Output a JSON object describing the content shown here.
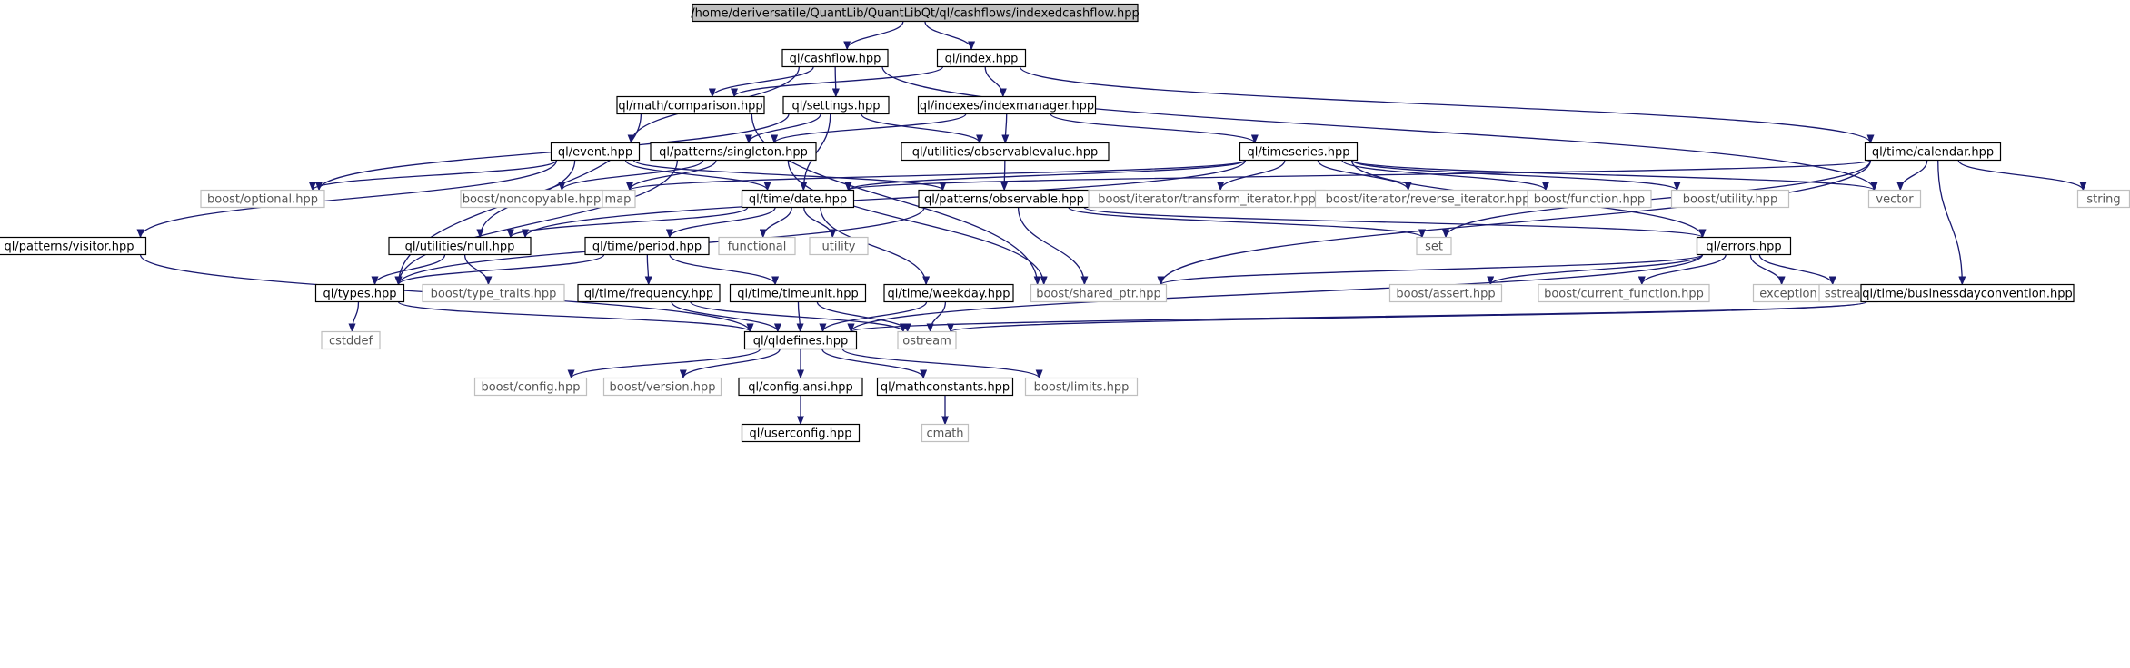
{
  "graph": {
    "colors": {
      "edge": "#191970",
      "arrow": "#191970",
      "project_border": "#000000",
      "external_border": "#bfbfbf",
      "project_text": "#000000",
      "external_text": "#555555",
      "root_fill": "#bfbfbf"
    },
    "nodes": [
      {
        "id": "root",
        "label": "/home/deriversatile/QuantLib/QuantLibQt/ql/cashflows/indexedcashflow.hpp",
        "kind": "root"
      },
      {
        "id": "cashflow",
        "label": "ql/cashflow.hpp",
        "kind": "project"
      },
      {
        "id": "index",
        "label": "ql/index.hpp",
        "kind": "project"
      },
      {
        "id": "comparison",
        "label": "ql/math/comparison.hpp",
        "kind": "project"
      },
      {
        "id": "settings",
        "label": "ql/settings.hpp",
        "kind": "project"
      },
      {
        "id": "indexmanager",
        "label": "ql/indexes/indexmanager.hpp",
        "kind": "project"
      },
      {
        "id": "event",
        "label": "ql/event.hpp",
        "kind": "project"
      },
      {
        "id": "singleton",
        "label": "ql/patterns/singleton.hpp",
        "kind": "project"
      },
      {
        "id": "observablevalue",
        "label": "ql/utilities/observablevalue.hpp",
        "kind": "project"
      },
      {
        "id": "timeseries",
        "label": "ql/timeseries.hpp",
        "kind": "project"
      },
      {
        "id": "calendar",
        "label": "ql/time/calendar.hpp",
        "kind": "project"
      },
      {
        "id": "optional",
        "label": "boost/optional.hpp",
        "kind": "external"
      },
      {
        "id": "map",
        "label": "map",
        "kind": "external"
      },
      {
        "id": "noncopyable",
        "label": "boost/noncopyable.hpp",
        "kind": "external"
      },
      {
        "id": "date",
        "label": "ql/time/date.hpp",
        "kind": "project"
      },
      {
        "id": "observable",
        "label": "ql/patterns/observable.hpp",
        "kind": "project"
      },
      {
        "id": "transform_iterator",
        "label": "boost/iterator/transform_iterator.hpp",
        "kind": "external"
      },
      {
        "id": "reverse_iterator",
        "label": "boost/iterator/reverse_iterator.hpp",
        "kind": "external"
      },
      {
        "id": "function",
        "label": "boost/function.hpp",
        "kind": "external"
      },
      {
        "id": "utility_hpp",
        "label": "boost/utility.hpp",
        "kind": "external"
      },
      {
        "id": "vector",
        "label": "vector",
        "kind": "external"
      },
      {
        "id": "string",
        "label": "string",
        "kind": "external"
      },
      {
        "id": "visitor",
        "label": "ql/patterns/visitor.hpp",
        "kind": "project"
      },
      {
        "id": "null",
        "label": "ql/utilities/null.hpp",
        "kind": "project"
      },
      {
        "id": "functional",
        "label": "functional",
        "kind": "external"
      },
      {
        "id": "utility",
        "label": "utility",
        "kind": "external"
      },
      {
        "id": "period",
        "label": "ql/time/period.hpp",
        "kind": "project"
      },
      {
        "id": "set",
        "label": "set",
        "kind": "external"
      },
      {
        "id": "errors",
        "label": "ql/errors.hpp",
        "kind": "project"
      },
      {
        "id": "types",
        "label": "ql/types.hpp",
        "kind": "project"
      },
      {
        "id": "type_traits",
        "label": "boost/type_traits.hpp",
        "kind": "external"
      },
      {
        "id": "frequency",
        "label": "ql/time/frequency.hpp",
        "kind": "project"
      },
      {
        "id": "timeunit",
        "label": "ql/time/timeunit.hpp",
        "kind": "project"
      },
      {
        "id": "weekday",
        "label": "ql/time/weekday.hpp",
        "kind": "project"
      },
      {
        "id": "shared_ptr",
        "label": "boost/shared_ptr.hpp",
        "kind": "external"
      },
      {
        "id": "assert",
        "label": "boost/assert.hpp",
        "kind": "external"
      },
      {
        "id": "current_function",
        "label": "boost/current_function.hpp",
        "kind": "external"
      },
      {
        "id": "exception",
        "label": "exception",
        "kind": "external"
      },
      {
        "id": "sstream",
        "label": "sstream",
        "kind": "external"
      },
      {
        "id": "bdc",
        "label": "ql/time/businessdayconvention.hpp",
        "kind": "project"
      },
      {
        "id": "cstddef",
        "label": "cstddef",
        "kind": "external"
      },
      {
        "id": "qldefines",
        "label": "ql/qldefines.hpp",
        "kind": "project"
      },
      {
        "id": "ostream",
        "label": "ostream",
        "kind": "external"
      },
      {
        "id": "config",
        "label": "boost/config.hpp",
        "kind": "external"
      },
      {
        "id": "version",
        "label": "boost/version.hpp",
        "kind": "external"
      },
      {
        "id": "configansi",
        "label": "ql/config.ansi.hpp",
        "kind": "project"
      },
      {
        "id": "mathconstants",
        "label": "ql/mathconstants.hpp",
        "kind": "project"
      },
      {
        "id": "limits",
        "label": "boost/limits.hpp",
        "kind": "external"
      },
      {
        "id": "userconfig",
        "label": "ql/userconfig.hpp",
        "kind": "project"
      },
      {
        "id": "cmath",
        "label": "cmath",
        "kind": "external"
      }
    ],
    "edges": [
      [
        "root",
        "cashflow"
      ],
      [
        "root",
        "index"
      ],
      [
        "cashflow",
        "comparison"
      ],
      [
        "cashflow",
        "settings"
      ],
      [
        "cashflow",
        "event"
      ],
      [
        "cashflow",
        "vector"
      ],
      [
        "index",
        "comparison"
      ],
      [
        "index",
        "indexmanager"
      ],
      [
        "index",
        "calendar"
      ],
      [
        "comparison",
        "types"
      ],
      [
        "comparison",
        "shared_ptr"
      ],
      [
        "settings",
        "singleton"
      ],
      [
        "settings",
        "observablevalue"
      ],
      [
        "settings",
        "date"
      ],
      [
        "settings",
        "optional"
      ],
      [
        "indexmanager",
        "singleton"
      ],
      [
        "indexmanager",
        "observablevalue"
      ],
      [
        "indexmanager",
        "timeseries"
      ],
      [
        "event",
        "optional"
      ],
      [
        "event",
        "date"
      ],
      [
        "event",
        "observable"
      ],
      [
        "event",
        "visitor"
      ],
      [
        "event",
        "null"
      ],
      [
        "singleton",
        "noncopyable"
      ],
      [
        "singleton",
        "map"
      ],
      [
        "singleton",
        "shared_ptr"
      ],
      [
        "singleton",
        "types"
      ],
      [
        "observablevalue",
        "observable"
      ],
      [
        "timeseries",
        "date"
      ],
      [
        "timeseries",
        "map"
      ],
      [
        "timeseries",
        "transform_iterator"
      ],
      [
        "timeseries",
        "reverse_iterator"
      ],
      [
        "timeseries",
        "function"
      ],
      [
        "timeseries",
        "utility_hpp"
      ],
      [
        "timeseries",
        "vector"
      ],
      [
        "timeseries",
        "errors"
      ],
      [
        "timeseries",
        "null"
      ],
      [
        "calendar",
        "vector"
      ],
      [
        "calendar",
        "string"
      ],
      [
        "calendar",
        "set"
      ],
      [
        "calendar",
        "bdc"
      ],
      [
        "calendar",
        "date"
      ],
      [
        "calendar",
        "shared_ptr"
      ],
      [
        "date",
        "null"
      ],
      [
        "date",
        "period"
      ],
      [
        "date",
        "functional"
      ],
      [
        "date",
        "utility"
      ],
      [
        "date",
        "weekday"
      ],
      [
        "observable",
        "set"
      ],
      [
        "observable",
        "errors"
      ],
      [
        "observable",
        "shared_ptr"
      ],
      [
        "observable",
        "types"
      ],
      [
        "visitor",
        "qldefines"
      ],
      [
        "null",
        "types"
      ],
      [
        "null",
        "type_traits"
      ],
      [
        "period",
        "frequency"
      ],
      [
        "period",
        "timeunit"
      ],
      [
        "period",
        "types"
      ],
      [
        "errors",
        "shared_ptr"
      ],
      [
        "errors",
        "assert"
      ],
      [
        "errors",
        "current_function"
      ],
      [
        "errors",
        "exception"
      ],
      [
        "errors",
        "sstream"
      ],
      [
        "errors",
        "qldefines"
      ],
      [
        "types",
        "cstddef"
      ],
      [
        "types",
        "qldefines"
      ],
      [
        "frequency",
        "qldefines"
      ],
      [
        "frequency",
        "ostream"
      ],
      [
        "timeunit",
        "qldefines"
      ],
      [
        "timeunit",
        "ostream"
      ],
      [
        "weekday",
        "qldefines"
      ],
      [
        "weekday",
        "ostream"
      ],
      [
        "bdc",
        "qldefines"
      ],
      [
        "bdc",
        "ostream"
      ],
      [
        "qldefines",
        "config"
      ],
      [
        "qldefines",
        "version"
      ],
      [
        "qldefines",
        "configansi"
      ],
      [
        "qldefines",
        "mathconstants"
      ],
      [
        "qldefines",
        "limits"
      ],
      [
        "configansi",
        "userconfig"
      ],
      [
        "mathconstants",
        "cmath"
      ]
    ]
  }
}
